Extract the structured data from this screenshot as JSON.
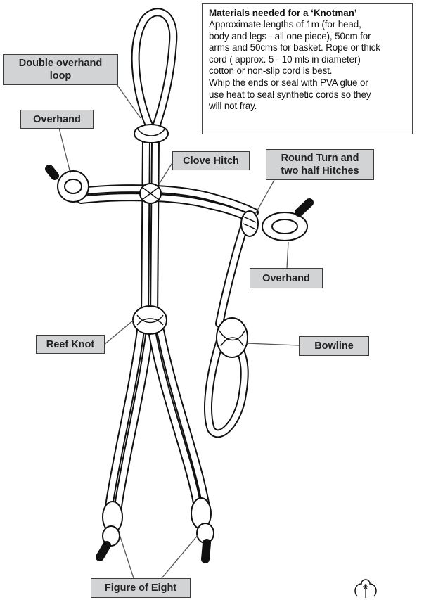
{
  "materials": {
    "title": "Materials needed for a ‘Knotman’",
    "lines": [
      "Approximate lengths of 1m (for head,",
      "body and legs - all one piece), 50cm for",
      "arms and 50cms for basket. Rope or thick",
      "cord ( approx. 5 - 10 mls in diameter)",
      "cotton or non-slip cord is best.",
      "Whip the ends or seal with PVA glue or",
      "use heat to seal synthetic cords so they",
      "will not fray."
    ]
  },
  "labels": {
    "double_overhand_line1": "Double overhand",
    "double_overhand_line2": "loop",
    "overhand_left": "Overhand",
    "clove_hitch": "Clove Hitch",
    "round_turn_line1": "Round Turn and",
    "round_turn_line2": "two half Hitches",
    "overhand_right": "Overhand",
    "reef_knot": "Reef Knot",
    "bowline": "Bowline",
    "figure_of_eight": "Figure of Eight"
  },
  "colors": {
    "label_fill": "#d2d3d5",
    "label_border": "#3c3c3c",
    "rope": "#111111"
  },
  "icons": {
    "logo": "trefoil-logo"
  }
}
